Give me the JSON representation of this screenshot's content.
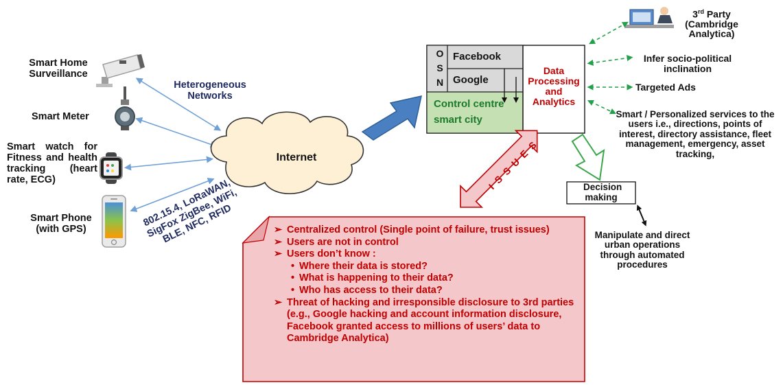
{
  "devices": {
    "smart_home": "Smart Home Surveillance",
    "smart_meter": "Smart Meter",
    "smart_watch": "Smart watch for Fitness and health tracking (heart rate, ECG)",
    "smart_phone": "Smart Phone (with GPS)"
  },
  "network": {
    "heterogeneous": "Heterogeneous Networks",
    "internet": "Internet",
    "protocols": "802.15.4, LoRaWAN, SigFox ZigBee, WiFi, BLE, NFC, RFID"
  },
  "central": {
    "osn_letters": [
      "O",
      "S",
      "N"
    ],
    "facebook": "Facebook",
    "google": "Google",
    "control_line1": "Control centre",
    "control_line2": "smart city",
    "data_processing": "Data Processing and Analytics"
  },
  "outputs": {
    "third_party_prefix": "3",
    "third_party_sup": "rd",
    "third_party_rest": " Party",
    "third_party_name": "(Cambridge Analytica)",
    "infer": "Infer socio-political inclination",
    "targeted_ads": "Targeted Ads",
    "services": "Smart / Personalized services to the users i.e., directions, points of interest, directory assistance, fleet management, emergency, asset tracking,"
  },
  "decision": {
    "label": "Decision making",
    "manipulate": "Manipulate and direct urban operations through automated procedures"
  },
  "issues_arrow_text": "ISSUES",
  "warnings": [
    {
      "kind": "main",
      "text": "Centralized control (Single point of failure, trust issues)"
    },
    {
      "kind": "main",
      "text": "Users are not in control"
    },
    {
      "kind": "main",
      "text": "Users don’t know :"
    },
    {
      "kind": "sub",
      "text": "Where their data is stored?"
    },
    {
      "kind": "sub",
      "text": "What is happening to their data?"
    },
    {
      "kind": "sub",
      "text": "Who has access to their data?"
    },
    {
      "kind": "main",
      "text": "Threat of hacking and irresponsible disclosure to 3rd parties (e.g., Google hacking and account information disclosure, Facebook granted access to millions of users’ data to Cambridge Analytica)"
    }
  ],
  "colors": {
    "navy": "#1f2a60",
    "red_text": "#c00000",
    "green_text": "#1b7a2a",
    "cloud_fill": "#fdf0d5",
    "big_arrow": "#4a7fc1",
    "warning_fill": "#f4c7ca",
    "warning_border": "#c00000",
    "dashed_green": "#22a04a",
    "facebook_fill": "#d9d9d9",
    "control_fill": "#c5e0b3"
  }
}
